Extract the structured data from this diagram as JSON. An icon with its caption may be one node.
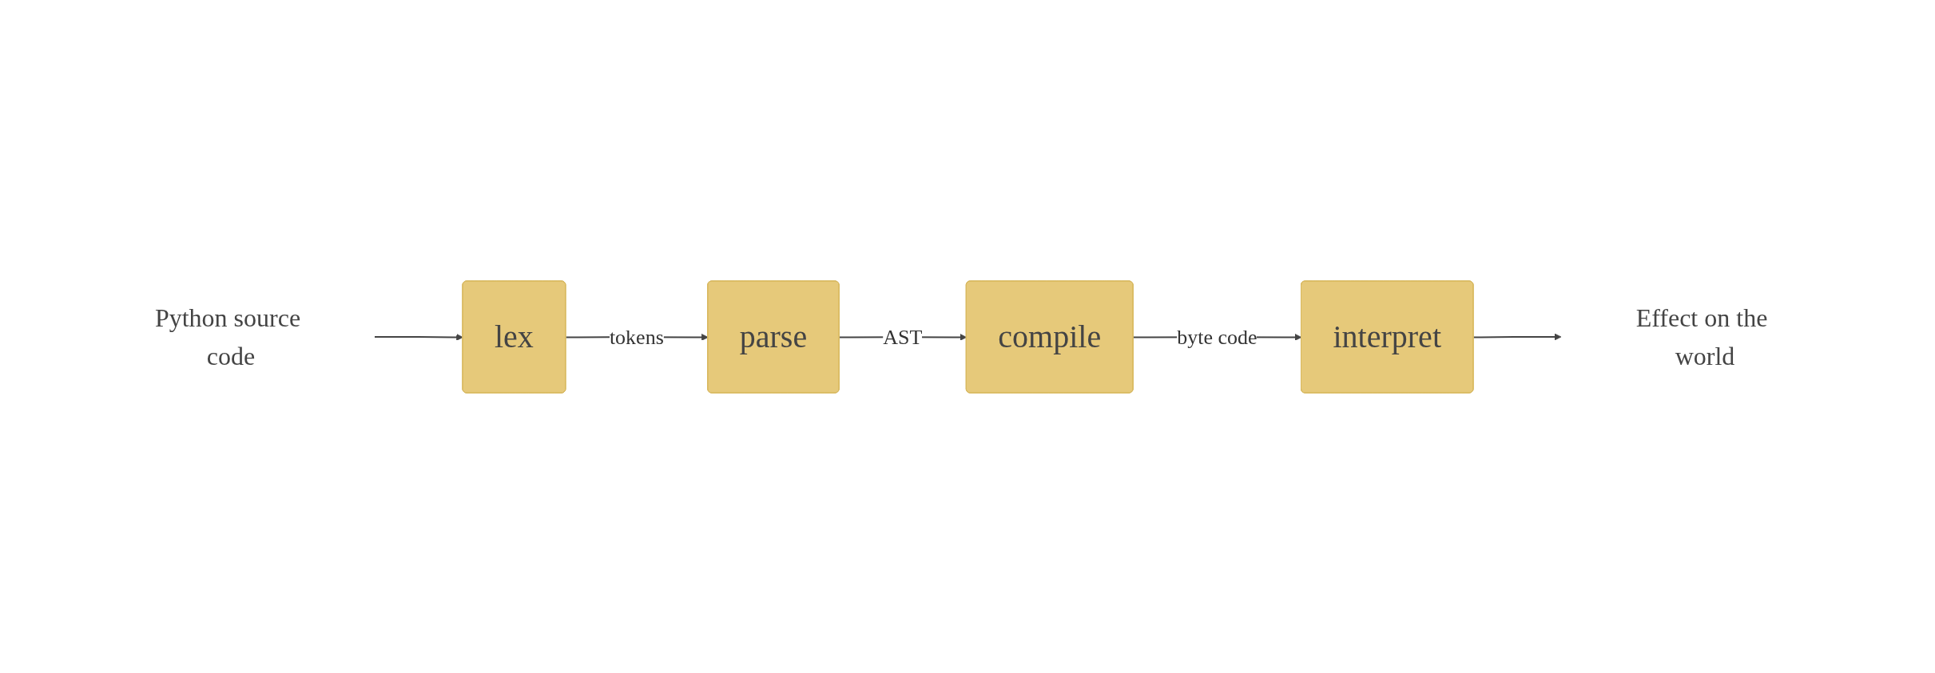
{
  "diagram": {
    "nodes": [
      {
        "text": [
          "Python source code"
        ]
      },
      {
        "text": [
          "lex"
        ]
      },
      {
        "text": [
          "parse"
        ]
      },
      {
        "text": [
          "compile"
        ]
      },
      {
        "text": [
          "interpret"
        ]
      },
      {
        "text": [
          "Effect on the world"
        ]
      }
    ],
    "edges": [
      {
        "from": 0,
        "to": 1,
        "arrow": "to"
      },
      {
        "from": 1,
        "to": 2,
        "label": "tokens",
        "arrow": "to"
      },
      {
        "from": 2,
        "to": 3,
        "label": "AST",
        "arrow": "to"
      },
      {
        "from": 3,
        "to": 4,
        "label": "byte code",
        "arrow": "to"
      },
      {
        "from": 4,
        "to": 5,
        "arrow": "to"
      }
    ]
  }
}
